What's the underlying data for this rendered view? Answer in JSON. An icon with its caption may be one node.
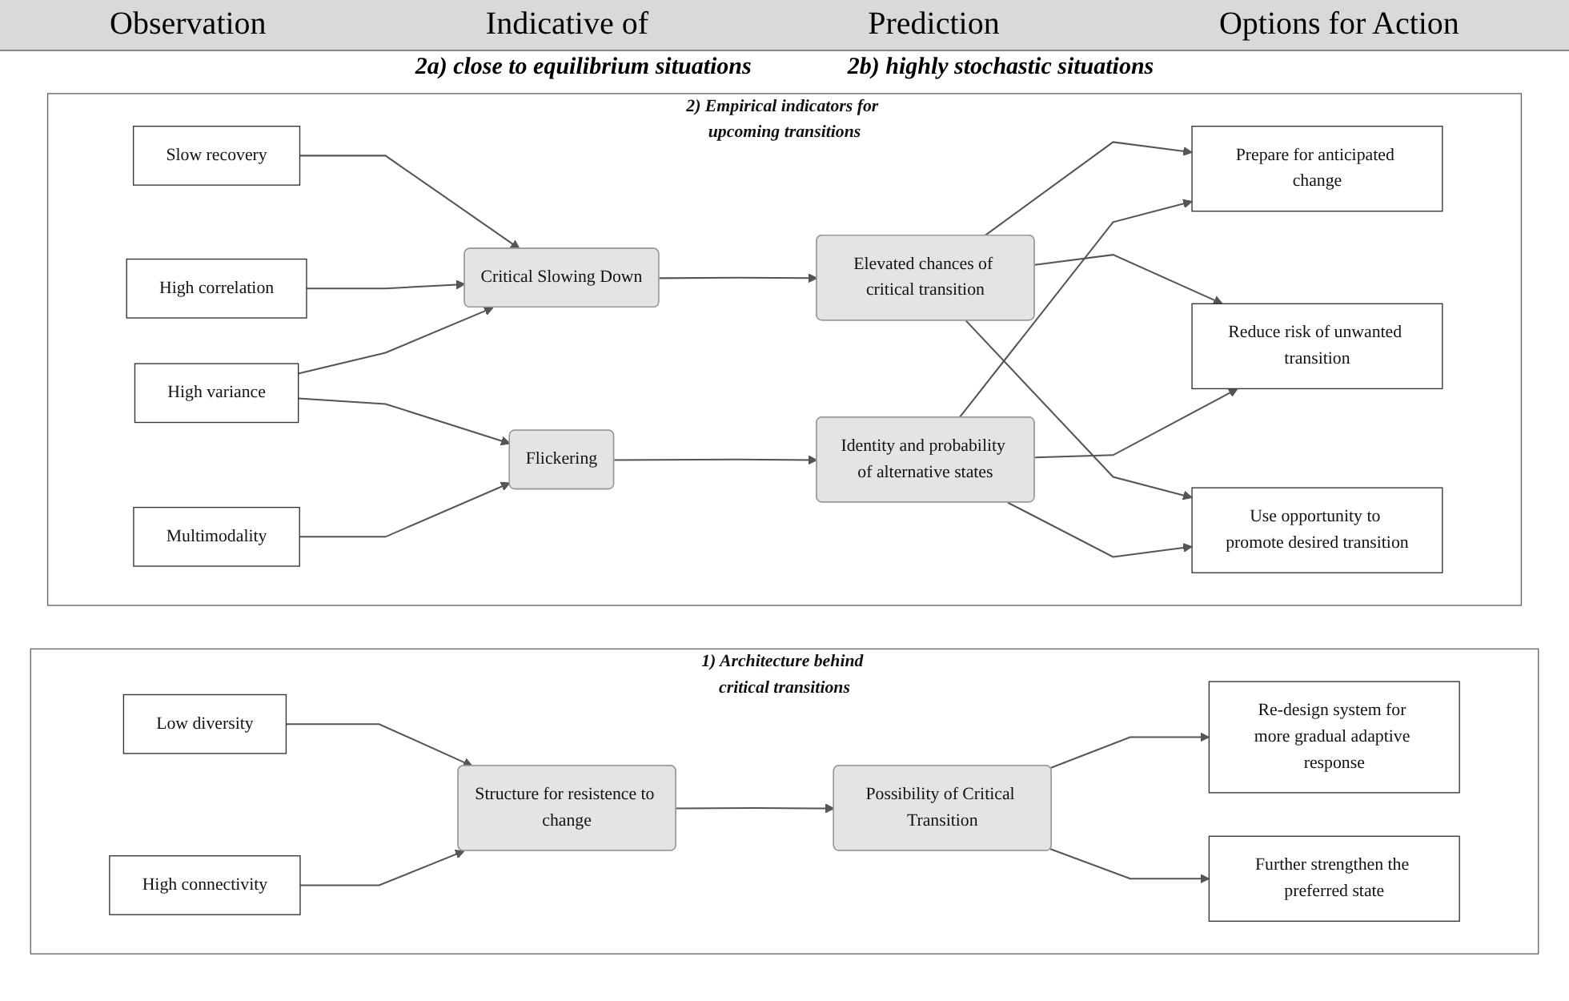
{
  "diagram": {
    "nodes": [
      {
        "text": [
          "1) Architecture behind critical transitions"
        ]
      },
      {
        "text": [
          "Low diversity"
        ],
        "in": 0
      },
      {
        "text": [
          "High connectivity"
        ],
        "in": 0
      },
      {
        "text": [
          "Structure for resistence to change"
        ],
        "in": 0
      },
      {
        "text": [
          "Possibility of Critical Transition"
        ],
        "in": 0
      },
      {
        "text": [
          "Re-design system for more gradual adaptive response"
        ],
        "in": 0
      },
      {
        "text": [
          "Further strengthen the preferred state"
        ],
        "in": 0
      },
      {
        "text": [
          "2) Empirical indicators for upcoming transitions"
        ]
      },
      {
        "text": [
          "Slow recovery"
        ],
        "in": 7
      },
      {
        "text": [
          "High correlation"
        ],
        "in": 7
      },
      {
        "text": [
          "High variance"
        ],
        "in": 7
      },
      {
        "text": [
          "Multimodality"
        ],
        "in": 7
      },
      {
        "text": [
          "Critical Slowing Down"
        ],
        "in": 7
      },
      {
        "text": [
          "Elevated chances of critical transition"
        ],
        "in": 7
      },
      {
        "text": [
          "Flickering"
        ],
        "in": 7
      },
      {
        "text": [
          "Identity and probability of alternative states"
        ],
        "in": 7
      },
      {
        "text": [
          "Prepare for anticipated change"
        ],
        "in": 7
      },
      {
        "text": [
          "Reduce risk of unwanted transition"
        ],
        "in": 7
      },
      {
        "text": [
          "Use opportunity to promote desired transition"
        ],
        "in": 7
      }
    ],
    "edges": [
      {
        "from": 1,
        "to": 3,
        "arrow": "to"
      },
      {
        "from": 2,
        "to": 3,
        "arrow": "to"
      },
      {
        "from": 3,
        "to": 4,
        "arrow": "to"
      },
      {
        "from": 4,
        "to": 5,
        "arrow": "to"
      },
      {
        "from": 4,
        "to": 6,
        "arrow": "to"
      },
      {
        "from": 8,
        "to": 12,
        "arrow": "to"
      },
      {
        "from": 9,
        "to": 12,
        "arrow": "to"
      },
      {
        "from": 10,
        "to": 12,
        "arrow": "to"
      },
      {
        "from": 10,
        "to": 14,
        "arrow": "to"
      },
      {
        "from": 11,
        "to": 14,
        "arrow": "to"
      },
      {
        "from": 12,
        "to": 13,
        "arrow": "to"
      },
      {
        "from": 14,
        "to": 15,
        "arrow": "to"
      },
      {
        "from": 13,
        "to": 16,
        "arrow": "to"
      },
      {
        "from": 13,
        "to": 17,
        "arrow": "to"
      },
      {
        "from": 13,
        "to": 18,
        "arrow": "to"
      },
      {
        "from": 15,
        "to": 16,
        "arrow": "to"
      },
      {
        "from": 15,
        "to": 17,
        "arrow": "to"
      },
      {
        "from": 15,
        "to": 18,
        "arrow": "to"
      }
    ],
    "labels": [
      "Observation",
      "Indicative of",
      "Prediction",
      "Options for Action",
      "2a) close to equilibrium situations",
      "2b) highly stochastic situations"
    ]
  }
}
